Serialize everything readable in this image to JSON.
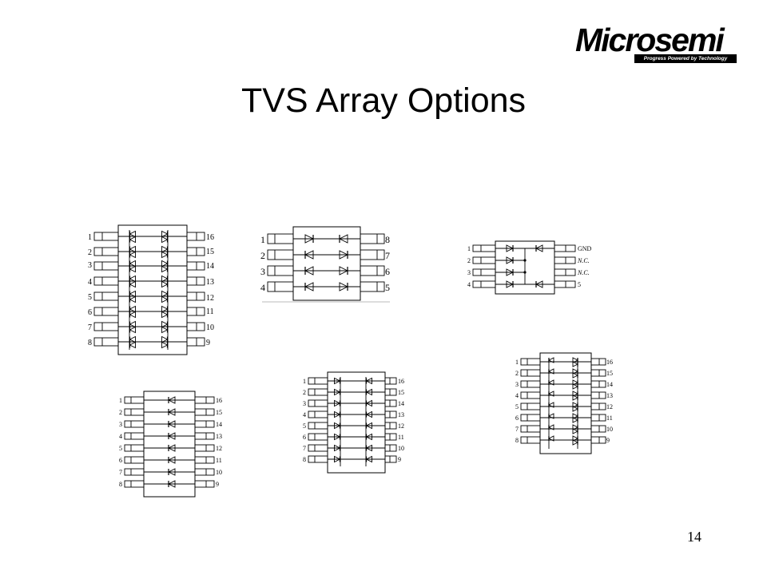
{
  "logo": {
    "name": "Microsemi",
    "tagline": "Progress Powered by Technology"
  },
  "title": "TVS Array Options",
  "page_number": "14",
  "packages": [
    {
      "id": "a",
      "left_pins": [
        "1",
        "2",
        "3",
        "4",
        "5",
        "6",
        "7",
        "8"
      ],
      "right_pins": [
        "16",
        "15",
        "14",
        "13",
        "12",
        "11",
        "10",
        "9"
      ]
    },
    {
      "id": "b",
      "left_pins": [
        "1",
        "2",
        "3",
        "4"
      ],
      "right_pins": [
        "8",
        "7",
        "6",
        "5"
      ]
    },
    {
      "id": "c",
      "left_pins": [
        "1",
        "2",
        "3",
        "4"
      ],
      "right_pins": [
        "GND",
        "N.C.",
        "N.C.",
        "5"
      ]
    },
    {
      "id": "d",
      "left_pins": [
        "1",
        "2",
        "3",
        "4",
        "5",
        "6",
        "7",
        "8"
      ],
      "right_pins": [
        "16",
        "15",
        "14",
        "13",
        "12",
        "11",
        "10",
        "9"
      ]
    },
    {
      "id": "e",
      "left_pins": [
        "1",
        "2",
        "3",
        "4",
        "5",
        "6",
        "7",
        "8"
      ],
      "right_pins": [
        "16",
        "15",
        "14",
        "13",
        "12",
        "11",
        "10",
        "9"
      ]
    },
    {
      "id": "f",
      "left_pins": [
        "1",
        "2",
        "3",
        "4",
        "5",
        "6",
        "7",
        "8"
      ],
      "right_pins": [
        "16",
        "15",
        "14",
        "13",
        "12",
        "11",
        "10",
        "9"
      ]
    }
  ]
}
